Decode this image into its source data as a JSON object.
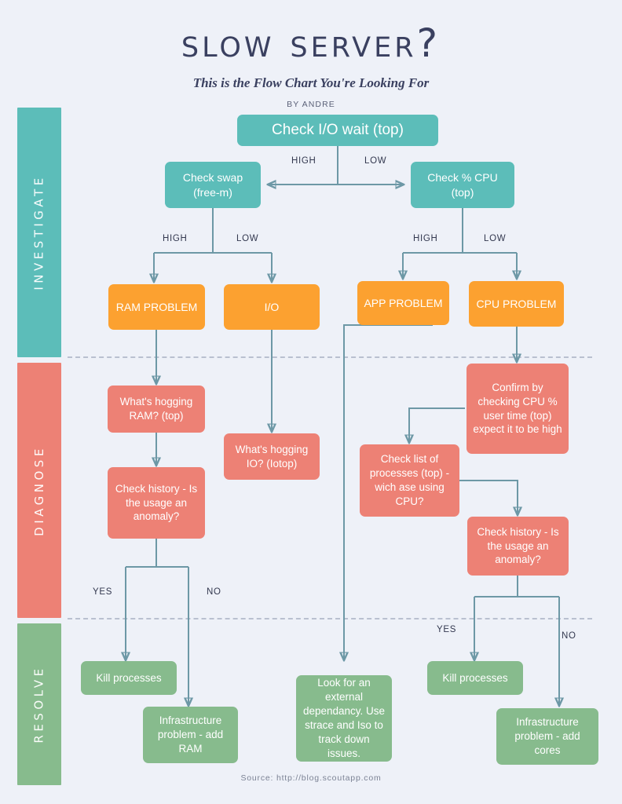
{
  "header": {
    "title": "Slow Server?",
    "subtitle": "This is the Flow Chart You're Looking For",
    "byline": "BY ANDRE"
  },
  "colors": {
    "background": "#eef1f8",
    "investigate": "#5cbdb9",
    "diagnose": "#ed8175",
    "resolve": "#87bb8d",
    "problem": "#fca130",
    "connector": "#6d98a6",
    "title_text": "#3a4060"
  },
  "phases": [
    {
      "id": "investigate",
      "label": "INVESTIGATE"
    },
    {
      "id": "diagnose",
      "label": "DIAGNOSE"
    },
    {
      "id": "resolve",
      "label": "RESOLVE"
    }
  ],
  "nodes": {
    "root": {
      "label": "Check I/O wait (top)",
      "phase": "investigate",
      "color": "#5cbdb9"
    },
    "check_swap": {
      "label": "Check swap (free-m)",
      "phase": "investigate",
      "color": "#5cbdb9"
    },
    "check_cpu": {
      "label": "Check % CPU (top)",
      "phase": "investigate",
      "color": "#5cbdb9"
    },
    "ram_problem": {
      "label": "RAM PROBLEM",
      "phase": "investigate",
      "color": "#fca130"
    },
    "io_problem": {
      "label": "I/O",
      "phase": "investigate",
      "color": "#fca130"
    },
    "app_problem": {
      "label": "APP PROBLEM",
      "phase": "investigate",
      "color": "#fca130"
    },
    "cpu_problem": {
      "label": "CPU PROBLEM",
      "phase": "investigate",
      "color": "#fca130"
    },
    "hogging_ram": {
      "label": "What's hogging RAM? (top)",
      "phase": "diagnose",
      "color": "#ed8175"
    },
    "history_ram": {
      "label": "Check history - Is the usage an anomaly?",
      "phase": "diagnose",
      "color": "#ed8175"
    },
    "hogging_io": {
      "label": "What's hogging IO? (Iotop)",
      "phase": "diagnose",
      "color": "#ed8175"
    },
    "confirm_cpu": {
      "label": "Confirm by checking CPU % user time (top) expect it to be high",
      "phase": "diagnose",
      "color": "#ed8175"
    },
    "process_list": {
      "label": "Check list of processes (top) - wich ase using CPU?",
      "phase": "diagnose",
      "color": "#ed8175"
    },
    "history_cpu": {
      "label": "Check history - Is the usage an anomaly?",
      "phase": "diagnose",
      "color": "#ed8175"
    },
    "kill_left": {
      "label": "Kill processes",
      "phase": "resolve",
      "color": "#87bb8d"
    },
    "add_ram": {
      "label": "Infrastructure problem - add RAM",
      "phase": "resolve",
      "color": "#87bb8d"
    },
    "external_dep": {
      "label": "Look for an external dependancy. Use strace and Iso to track down issues.",
      "phase": "resolve",
      "color": "#87bb8d"
    },
    "kill_right": {
      "label": "Kill processes",
      "phase": "resolve",
      "color": "#87bb8d"
    },
    "add_cores": {
      "label": "Infrastructure problem - add cores",
      "phase": "resolve",
      "color": "#87bb8d"
    }
  },
  "edge_labels": {
    "root_high": "HIGH",
    "root_low": "LOW",
    "swap_high": "HIGH",
    "swap_low": "LOW",
    "cpu_high": "HIGH",
    "cpu_low": "LOW",
    "ram_yes": "YES",
    "ram_no": "NO",
    "cpu_yes": "YES",
    "cpu_no": "NO"
  },
  "footer": {
    "source": "Source: http://blog.scoutapp.com"
  }
}
